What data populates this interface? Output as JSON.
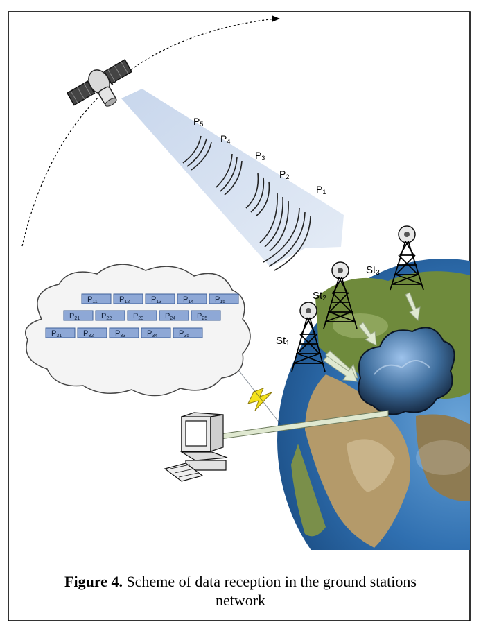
{
  "diagram": {
    "packet_labels": [
      {
        "main": "P",
        "sub": "5"
      },
      {
        "main": "P",
        "sub": "4"
      },
      {
        "main": "P",
        "sub": "3"
      },
      {
        "main": "P",
        "sub": "2"
      },
      {
        "main": "P",
        "sub": "1"
      }
    ],
    "stations": [
      {
        "main": "St",
        "sub": "1"
      },
      {
        "main": "St",
        "sub": "2"
      },
      {
        "main": "St",
        "sub": "3"
      }
    ],
    "cloud_rows": [
      [
        {
          "main": "P",
          "sub": "11"
        },
        {
          "main": "P",
          "sub": "12"
        },
        {
          "main": "P",
          "sub": "13"
        },
        {
          "main": "P",
          "sub": "14"
        },
        {
          "main": "P",
          "sub": "15"
        }
      ],
      [
        {
          "main": "P",
          "sub": "21"
        },
        {
          "main": "P",
          "sub": "22"
        },
        {
          "main": "P",
          "sub": "23"
        },
        {
          "main": "P",
          "sub": "24"
        },
        {
          "main": "P",
          "sub": "25"
        }
      ],
      [
        {
          "main": "P",
          "sub": "31"
        },
        {
          "main": "P",
          "sub": "32"
        },
        {
          "main": "P",
          "sub": "33"
        },
        {
          "main": "P",
          "sub": "34"
        },
        {
          "main": "P",
          "sub": "35"
        }
      ]
    ],
    "icons": [
      "satellite-icon",
      "antenna-tower-icon",
      "storm-cloud-icon",
      "computer-icon",
      "lightning-icon",
      "earth-globe-icon"
    ],
    "colors": {
      "beam": "#c6d4e8",
      "packet_box": "#8ea8d6",
      "packet_border": "#3e5f99",
      "earth_ocean": "#3d7fbf",
      "arrow_fill": "#dfe8d0",
      "lightning": "#f5e21b"
    }
  },
  "caption": {
    "label": "Figure 4.",
    "text": " Scheme of data reception in the ground stations",
    "line2": "network"
  }
}
